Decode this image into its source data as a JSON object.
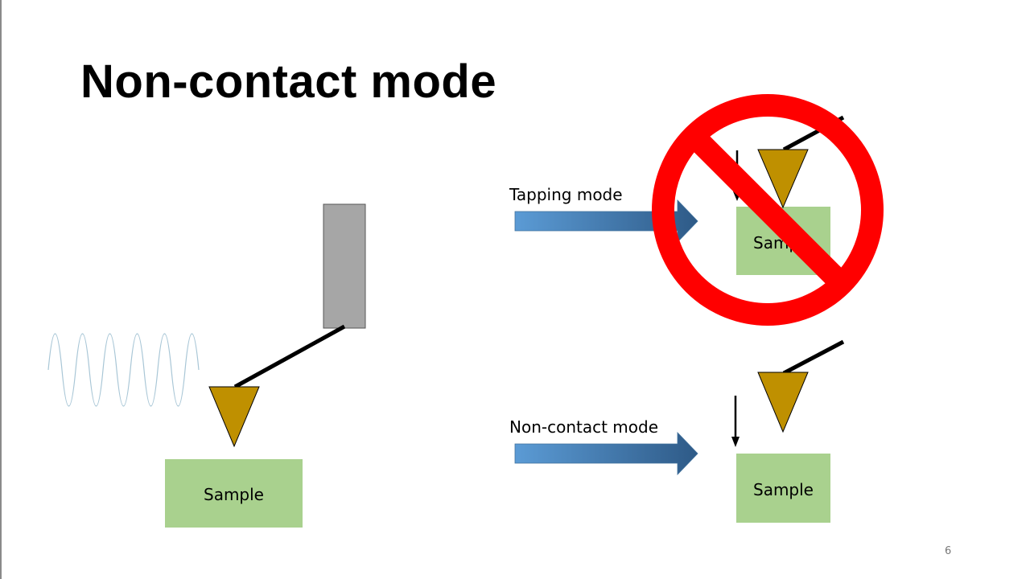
{
  "slide": {
    "title": "Non-contact mode",
    "page_number": "6"
  },
  "diagram": {
    "left_sample_label": "Sample",
    "tapping_label": "Tapping mode",
    "tapping_sample_label": "Sample",
    "noncontact_label": "Non-contact mode",
    "noncontact_sample_label": "Sample"
  },
  "colors": {
    "sample_fill": "#a9d18e",
    "tip_fill": "#bf9000",
    "holder_fill": "#a6a6a6",
    "prohibition_red": "#ff0000",
    "arrow_start": "#5b9bd5",
    "arrow_end": "#2e5a87",
    "wave": "#a8c6d6"
  },
  "icons": {
    "prohibition": "no-sign-icon"
  }
}
